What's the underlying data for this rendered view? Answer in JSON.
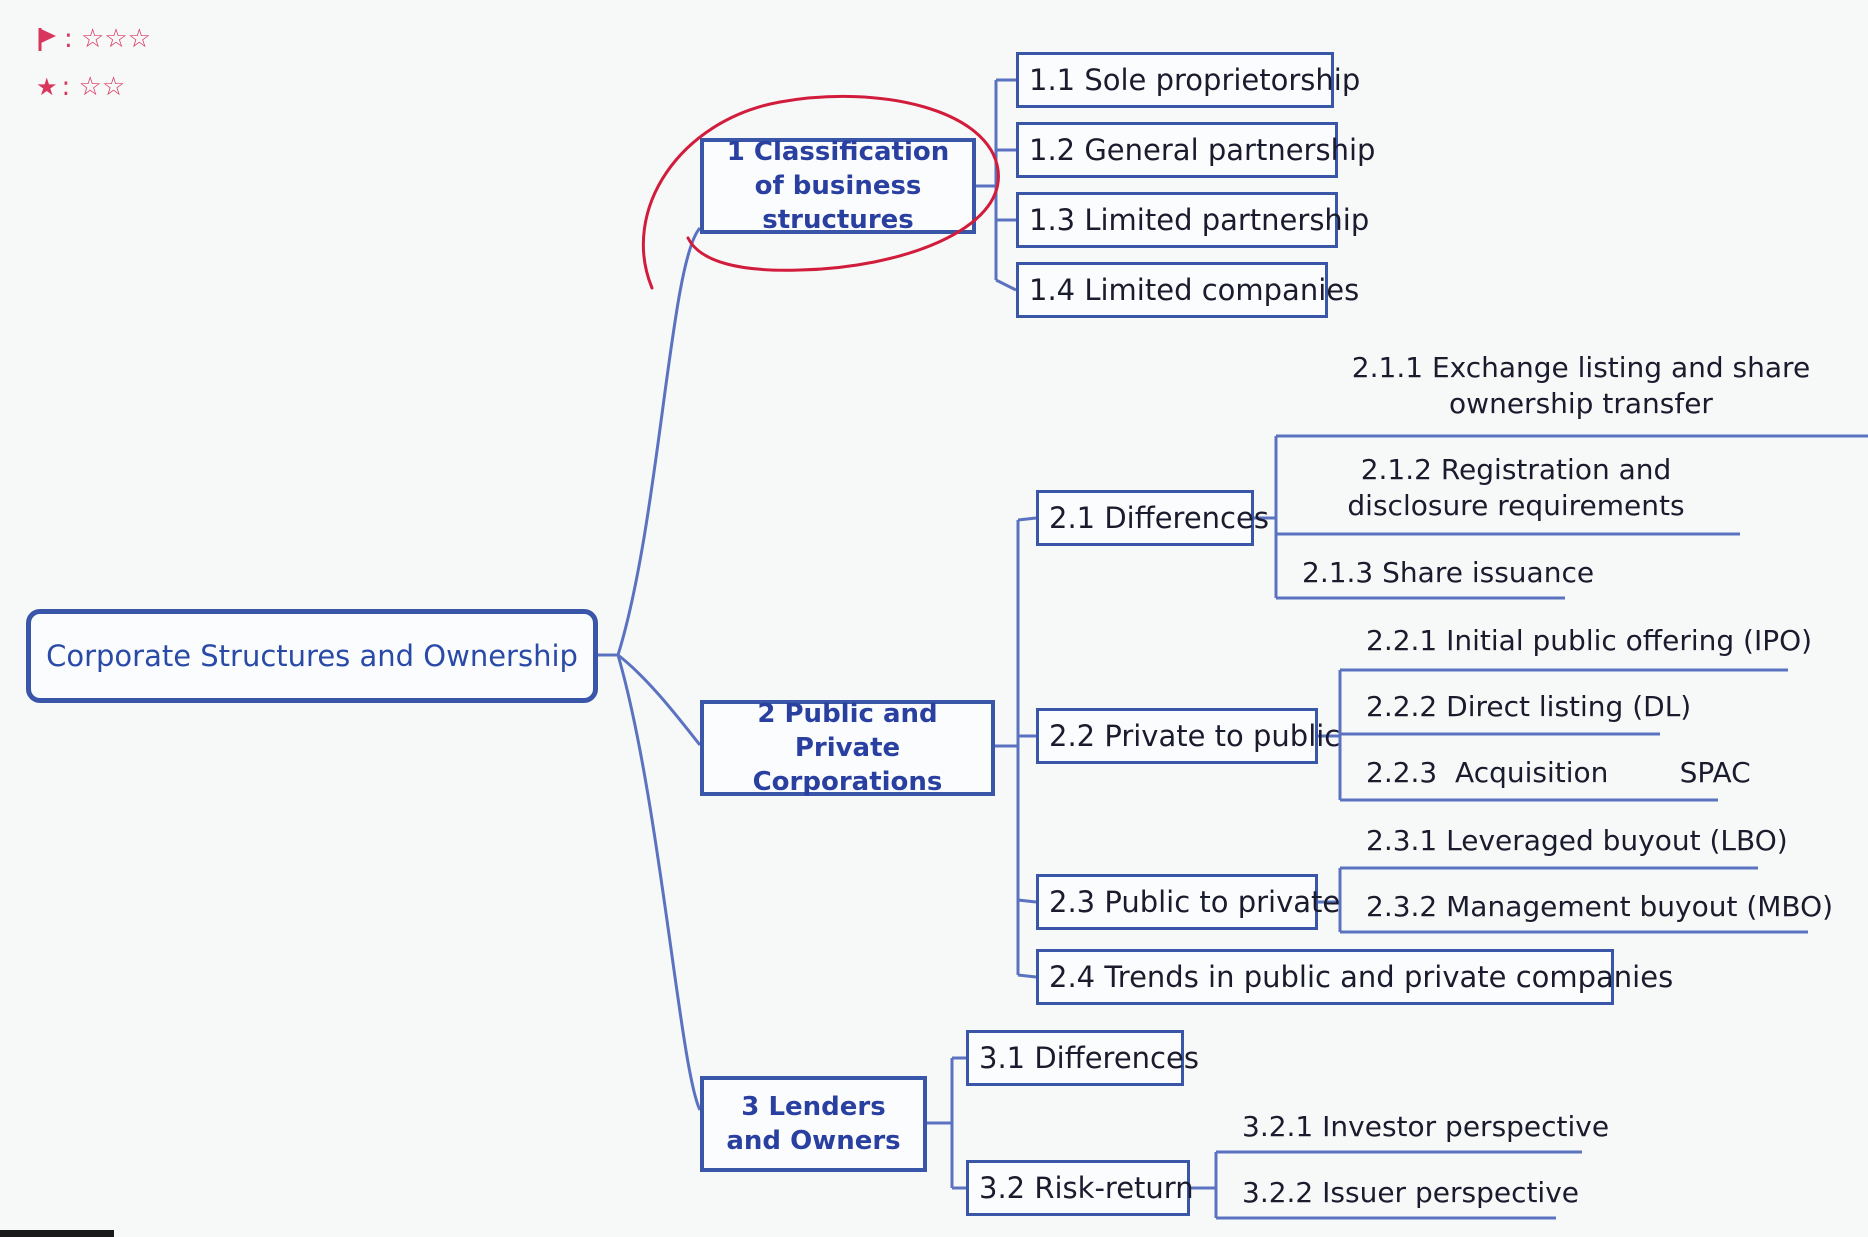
{
  "legend": {
    "flag_rating": ": ☆☆☆",
    "star_rating": ": ☆☆",
    "color": "#d8365d"
  },
  "root": {
    "label": "Corporate Structures and Ownership"
  },
  "topics": [
    {
      "label": "1  Classification of business structures",
      "highlighted": true,
      "items": [
        "1.1  Sole proprietorship",
        "1.2  General partnership",
        "1.3  Limited partnership",
        "1.4  Limited companies"
      ]
    },
    {
      "label": "2  Public and Private Corporations",
      "items": [
        {
          "label": "2.1  Differences",
          "children": [
            "2.1.1  Exchange listing and share ownership transfer",
            "2.1.2  Registration and disclosure requirements",
            "2.1.3  Share issuance"
          ]
        },
        {
          "label": "2.2  Private to public",
          "children": [
            "2.2.1  Initial public offering (IPO)",
            "2.2.2  Direct listing (DL)",
            "2.2.3  Acquisition        SPAC"
          ]
        },
        {
          "label": "2.3  Public to private",
          "children": [
            "2.3.1  Leveraged buyout (LBO)",
            "2.3.2  Management buyout (MBO)"
          ]
        },
        {
          "label": "2.4  Trends in public and private companies"
        }
      ]
    },
    {
      "label": "3  Lenders and Owners",
      "items": [
        {
          "label": "3.1  Differences"
        },
        {
          "label": "3.2  Risk-return",
          "children": [
            "3.2.1  Investor perspective",
            "3.2.2  Issuer perspective"
          ]
        }
      ]
    }
  ],
  "colors": {
    "line": "#5a72c0",
    "border": "#3a56a8",
    "annotation": "#d21c3c"
  }
}
